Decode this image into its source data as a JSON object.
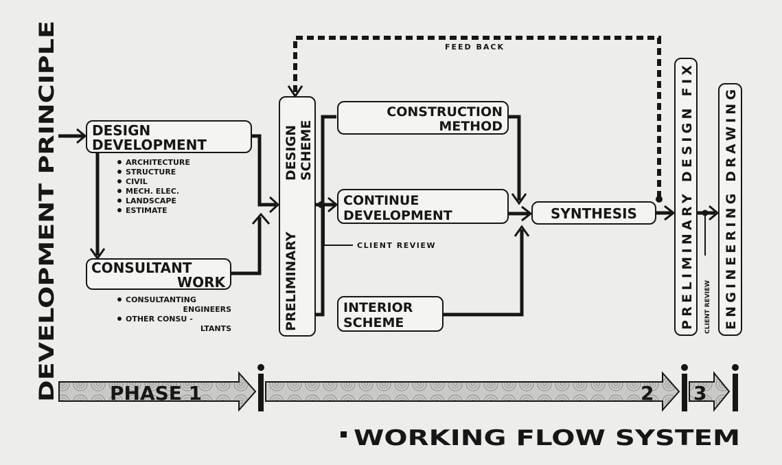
{
  "side_title": "DEVELOPMENT PRINCIPLE",
  "feedback_label": "FEED BACK",
  "boxes": {
    "design_development": [
      "DESIGN",
      "DEVELOPMENT"
    ],
    "consultant_work": [
      "CONSULTANT",
      "WORK"
    ],
    "preliminary_design_scheme": {
      "line1": "PRELIMINARY",
      "line2": "DESIGN",
      "line3": "SCHEME"
    },
    "construction_method": [
      "CONSTRUCTION",
      "METHOD"
    ],
    "continue_development": [
      "CONTINUE",
      "DEVELOPMENT"
    ],
    "interior_scheme": [
      "INTERIOR",
      "SCHEME"
    ],
    "synthesis": "SYNTHESIS",
    "preliminary_design_fix": "PRELIMINARY  DESIGN  FIX",
    "engineering_drawing": "ENGINEERING  DRAWING"
  },
  "design_development_items": [
    "ARCHITECTURE",
    "STRUCTURE",
    "CIVIL",
    "MECH.  ELEC.",
    "LANDSCAPE",
    "ESTIMATE"
  ],
  "consultant_items": [
    [
      "CONSULTANTING",
      "ENGINEERS"
    ],
    [
      "OTHER  CONSU -",
      "LTANTS"
    ]
  ],
  "client_review_1": "CLIENT  REVIEW",
  "client_review_2": "CLIENT  REVIEW",
  "phases": {
    "phase1": "PHASE 1",
    "phase2": "2",
    "phase3": "3"
  },
  "footer_title": "WORKING FLOW SYSTEM"
}
